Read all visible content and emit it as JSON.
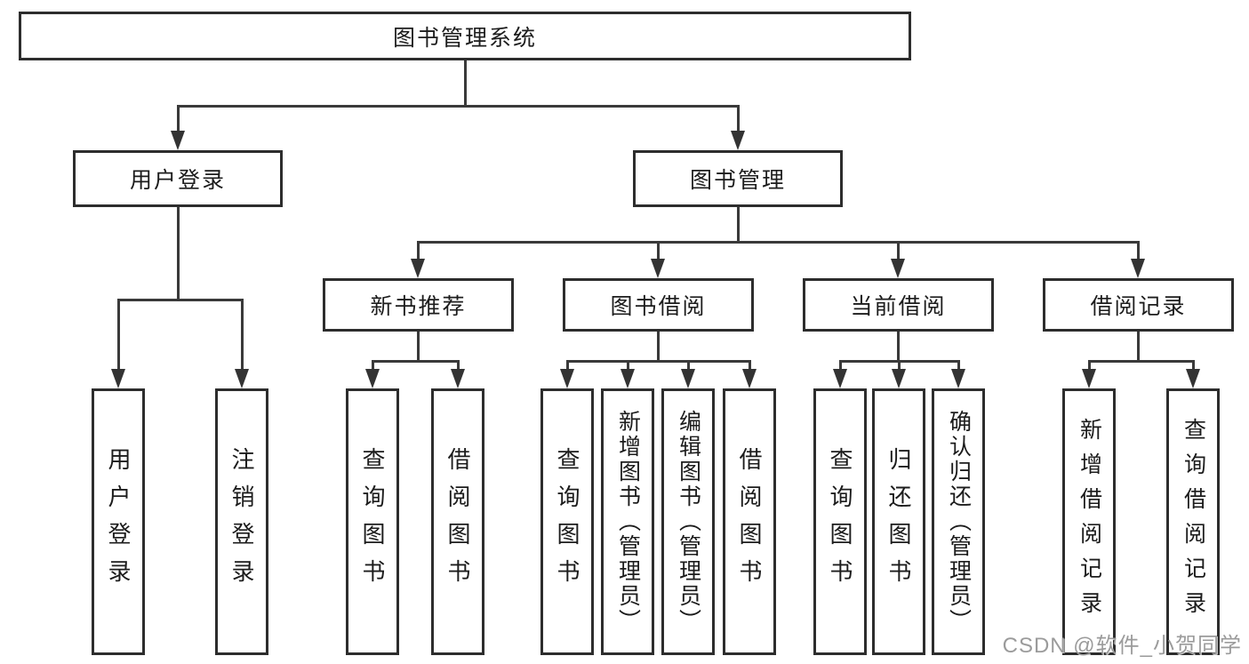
{
  "tree": {
    "root": {
      "label": "图书管理系统"
    },
    "branches": [
      {
        "label": "用户登录",
        "leaves": [
          {
            "label": "用户登录"
          },
          {
            "label": "注销登录"
          }
        ]
      },
      {
        "label": "图书管理",
        "groups": [
          {
            "label": "新书推荐",
            "leaves": [
              {
                "label": "查询图书"
              },
              {
                "label": "借阅图书"
              }
            ]
          },
          {
            "label": "图书借阅",
            "leaves": [
              {
                "label": "查询图书"
              },
              {
                "label": "新增图书（管理员）"
              },
              {
                "label": "编辑图书（管理员）"
              },
              {
                "label": "借阅图书"
              }
            ]
          },
          {
            "label": "当前借阅",
            "leaves": [
              {
                "label": "查询图书"
              },
              {
                "label": "归还图书"
              },
              {
                "label": "确认归还（管理员）"
              }
            ]
          },
          {
            "label": "借阅记录",
            "leaves": [
              {
                "label": "新增借阅记录"
              },
              {
                "label": "查询借阅记录"
              }
            ]
          }
        ]
      }
    ]
  },
  "watermark": {
    "text": "CSDN @软件_小贺同学"
  },
  "colors": {
    "line": "#3a3a3a",
    "box_border": "#2d2d2d",
    "text": "#1c1c1c",
    "watermark": "#9b9b9b",
    "background": "#ffffff"
  }
}
